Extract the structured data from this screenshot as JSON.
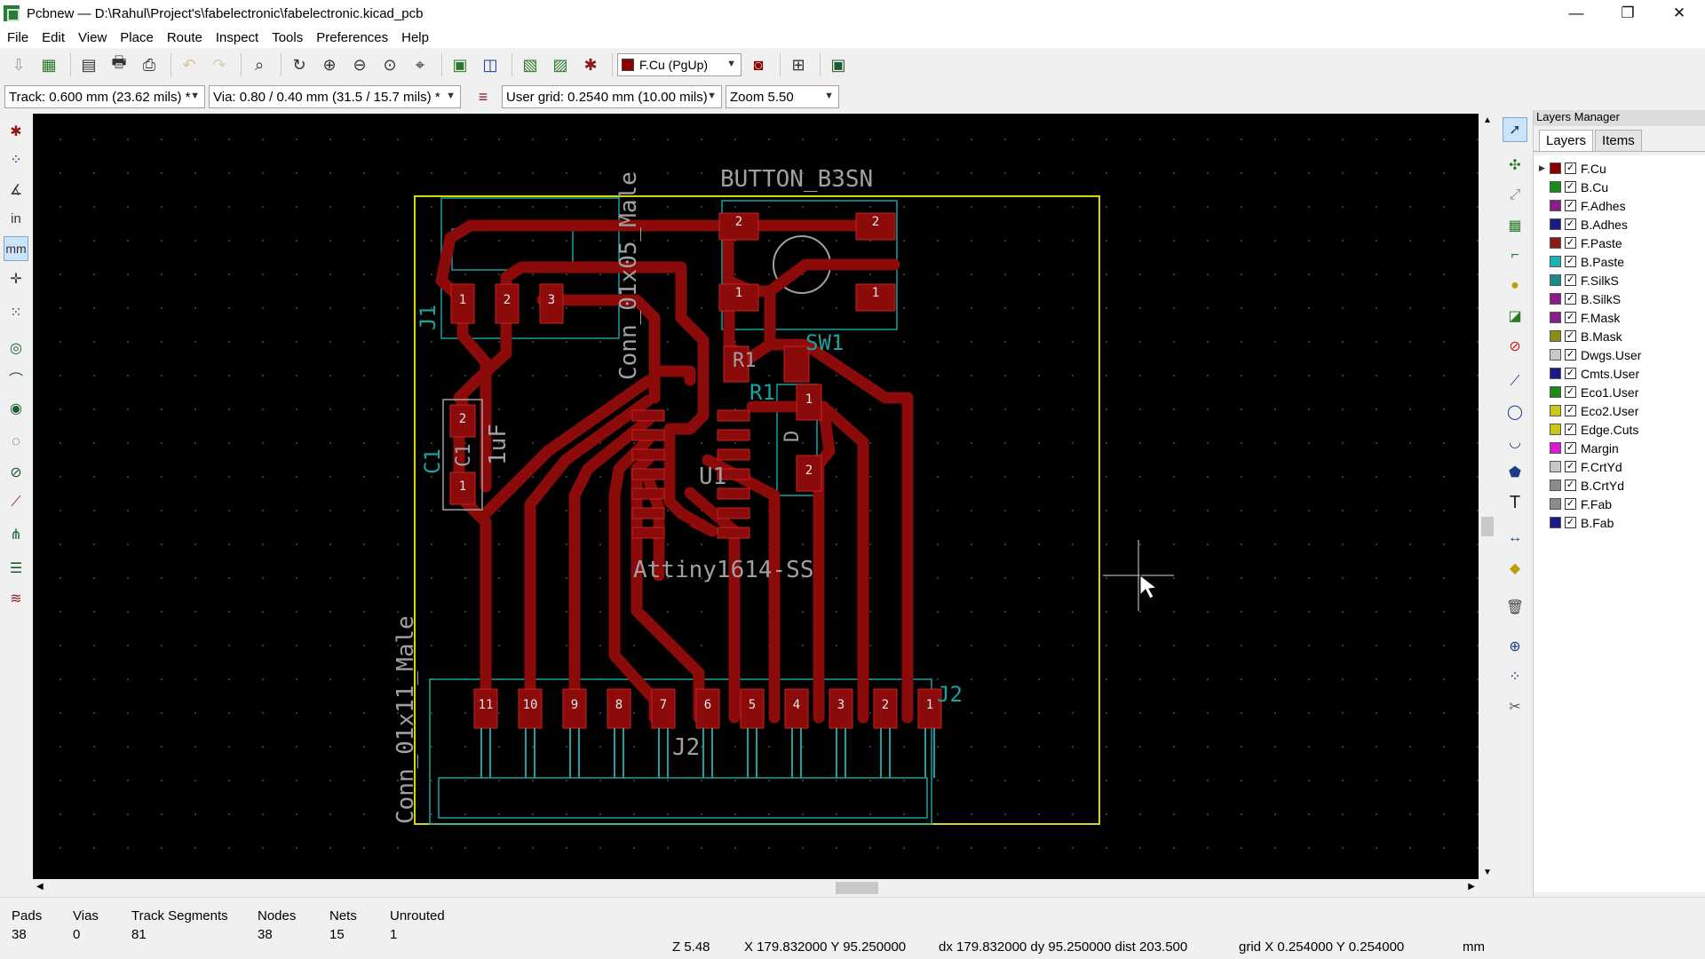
{
  "window": {
    "title": "Pcbnew — D:\\Rahul\\Project's\\fabelectronic\\fabelectronic.kicad_pcb",
    "minimize": "—",
    "restore": "❐",
    "close": "✕"
  },
  "menu": [
    "File",
    "Edit",
    "View",
    "Place",
    "Route",
    "Inspect",
    "Tools",
    "Preferences",
    "Help"
  ],
  "toolbar": {
    "active_layer": "F.Cu (PgUp)",
    "layer_color": "#8b0000"
  },
  "options": {
    "track": "Track: 0.600 mm (23.62 mils) *",
    "via": "Via: 0.80 / 0.40 mm (31.5 / 15.7 mils) *",
    "grid": "User grid: 0.2540 mm (10.00 mils)",
    "zoom": "Zoom 5.50"
  },
  "left_tools": {
    "units_in": "in",
    "units_mm": "mm"
  },
  "board": {
    "labels": {
      "button": "BUTTON_B3SN",
      "conn_top": "Conn_01x05_Male",
      "j1": "J1",
      "c1": "C1",
      "c1_inner": "C1",
      "c1_value": "1uF",
      "sw1": "SW1",
      "r1a": "R1",
      "r1b": "R1",
      "u1": "U1",
      "mcu": "Attiny1614-SS",
      "conn_bottom": "Conn_01x11_Male",
      "j2": "J2",
      "j2_inner": "J2",
      "d": "D"
    },
    "j2_pins": [
      "11",
      "10",
      "9",
      "8",
      "7",
      "6",
      "5",
      "4",
      "3",
      "2",
      "1"
    ],
    "j1_pins": [
      "1",
      "2",
      "3"
    ],
    "sw_pins": [
      "2",
      "2",
      "1",
      "1"
    ],
    "c1_pins": [
      "2",
      "1"
    ],
    "side_pins": [
      "1",
      "2"
    ],
    "colors": {
      "copper": "#8b0a0a",
      "silk": "#a0a0a0",
      "fab": "#1ca0a0",
      "edge": "#d8d800"
    }
  },
  "layers_manager": {
    "title": "Layers Manager",
    "tabs": [
      "Layers",
      "Items"
    ],
    "layers": [
      {
        "name": "F.Cu",
        "color": "#8b0000"
      },
      {
        "name": "B.Cu",
        "color": "#1a8a1a"
      },
      {
        "name": "F.Adhes",
        "color": "#8b1a8b"
      },
      {
        "name": "B.Adhes",
        "color": "#1a1a8b"
      },
      {
        "name": "F.Paste",
        "color": "#8b1a1a"
      },
      {
        "name": "B.Paste",
        "color": "#1ab4b4"
      },
      {
        "name": "F.SilkS",
        "color": "#1a8a8a"
      },
      {
        "name": "B.SilkS",
        "color": "#8b1a8b"
      },
      {
        "name": "F.Mask",
        "color": "#8b1a8b"
      },
      {
        "name": "B.Mask",
        "color": "#8b8b1a"
      },
      {
        "name": "Dwgs.User",
        "color": "#c8c8c8"
      },
      {
        "name": "Cmts.User",
        "color": "#1a1a8b"
      },
      {
        "name": "Eco1.User",
        "color": "#1a8a1a"
      },
      {
        "name": "Eco2.User",
        "color": "#c8c81a"
      },
      {
        "name": "Edge.Cuts",
        "color": "#c8c81a"
      },
      {
        "name": "Margin",
        "color": "#d81ad8"
      },
      {
        "name": "F.CrtYd",
        "color": "#c8c8c8"
      },
      {
        "name": "B.CrtYd",
        "color": "#8b8b8b"
      },
      {
        "name": "F.Fab",
        "color": "#8b8b8b"
      },
      {
        "name": "B.Fab",
        "color": "#1a1a8b"
      }
    ]
  },
  "stats": [
    {
      "label": "Pads",
      "value": "38"
    },
    {
      "label": "Vias",
      "value": "0"
    },
    {
      "label": "Track Segments",
      "value": "81"
    },
    {
      "label": "Nodes",
      "value": "38"
    },
    {
      "label": "Nets",
      "value": "15"
    },
    {
      "label": "Unrouted",
      "value": "1"
    }
  ],
  "status": {
    "zoom": "Z 5.48",
    "xy": "X 179.832000  Y 95.250000",
    "delta": "dx 179.832000  dy 95.250000  dist 203.500",
    "grid": "grid X 0.254000  Y 0.254000",
    "units": "mm"
  }
}
